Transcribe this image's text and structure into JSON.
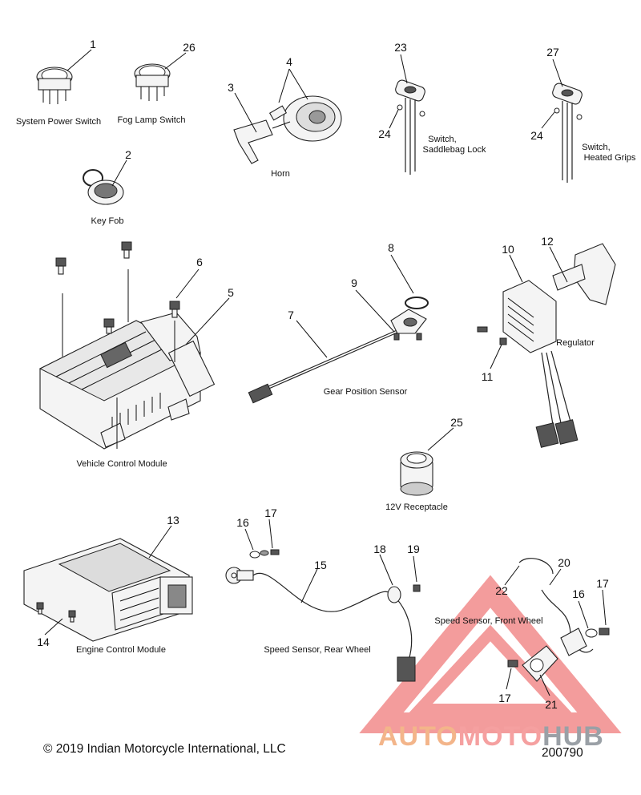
{
  "callouts": {
    "c1": "1",
    "c2": "2",
    "c3": "3",
    "c4": "4",
    "c5": "5",
    "c6": "6",
    "c7": "7",
    "c8": "8",
    "c9": "9",
    "c10": "10",
    "c11": "11",
    "c12": "12",
    "c13": "13",
    "c14": "14",
    "c15": "15",
    "c16": "16",
    "c17": "17",
    "c18": "18",
    "c19": "19",
    "c20": "20",
    "c21": "21",
    "c22": "22",
    "c23": "23",
    "c24": "24",
    "c25": "25",
    "c26": "26",
    "c27": "27"
  },
  "labels": {
    "system_power_switch": "System Power Switch",
    "fog_lamp_switch": "Fog Lamp Switch",
    "horn": "Horn",
    "switch_saddlebag_line1": "Switch,",
    "switch_saddlebag_line2": "Saddlebag Lock",
    "switch_grips_line1": "Switch,",
    "switch_grips_line2": "Heated Grips",
    "key_fob": "Key Fob",
    "vehicle_control_module": "Vehicle Control Module",
    "gear_position_sensor": "Gear Position Sensor",
    "regulator": "Regulator",
    "receptacle": "12V Receptacle",
    "engine_control_module": "Engine Control Module",
    "speed_sensor_rear": "Speed Sensor, Rear Wheel",
    "speed_sensor_front": "Speed Sensor, Front Wheel"
  },
  "footer": {
    "copyright": "© 2019 Indian Motorcycle International, LLC",
    "part_number": "200790"
  },
  "watermark": {
    "part1": "AUTO",
    "part2": "MOTO",
    "part3": "HUB"
  },
  "colors": {
    "watermark_orange": "#f3b58a",
    "watermark_red": "#f07b7b",
    "watermark_gray": "#9aa0a6"
  }
}
